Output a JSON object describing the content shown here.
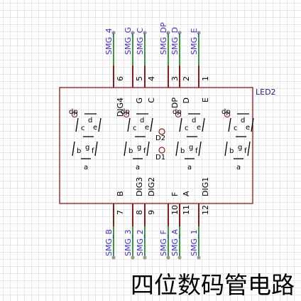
{
  "title": "四位数码管电路",
  "designator": "LED2",
  "diode_labels": [
    "D2",
    "D1"
  ],
  "segment_labels": {
    "dp": "dp",
    "c": "c",
    "d": "d",
    "e": "e",
    "b": "b",
    "g": "g",
    "f": "f",
    "a": "a"
  },
  "top_pins": [
    {
      "num": "6",
      "name": "DIG4",
      "net": "SMG_4"
    },
    {
      "num": "5",
      "name": "G",
      "net": "SMG_G"
    },
    {
      "num": "4",
      "name": "C",
      "net": "SMG_C"
    },
    {
      "num": "3",
      "name": "DP",
      "net": "SMG_DP"
    },
    {
      "num": "2",
      "name": "D",
      "net": "SMG_D"
    },
    {
      "num": "1",
      "name": "E",
      "net": "SMG_E"
    }
  ],
  "bottom_pins": [
    {
      "num": "7",
      "name": "B",
      "net": "SMG_B"
    },
    {
      "num": "8",
      "name": "DIG3",
      "net": "SMG_3"
    },
    {
      "num": "9",
      "name": "DIG2",
      "net": "SMG_2"
    },
    {
      "num": "10",
      "name": "F",
      "net": "SMG_F"
    },
    {
      "num": "11",
      "name": "A",
      "net": "SMG_A"
    },
    {
      "num": "12",
      "name": "DIG1",
      "net": "SMG_1"
    }
  ],
  "colors": {
    "wire": "#3a9a3a",
    "pin": "#8b1a1a",
    "body": "#8b1a1a",
    "net_text": "#3b2fd6",
    "junction": "#9a9a9a"
  }
}
